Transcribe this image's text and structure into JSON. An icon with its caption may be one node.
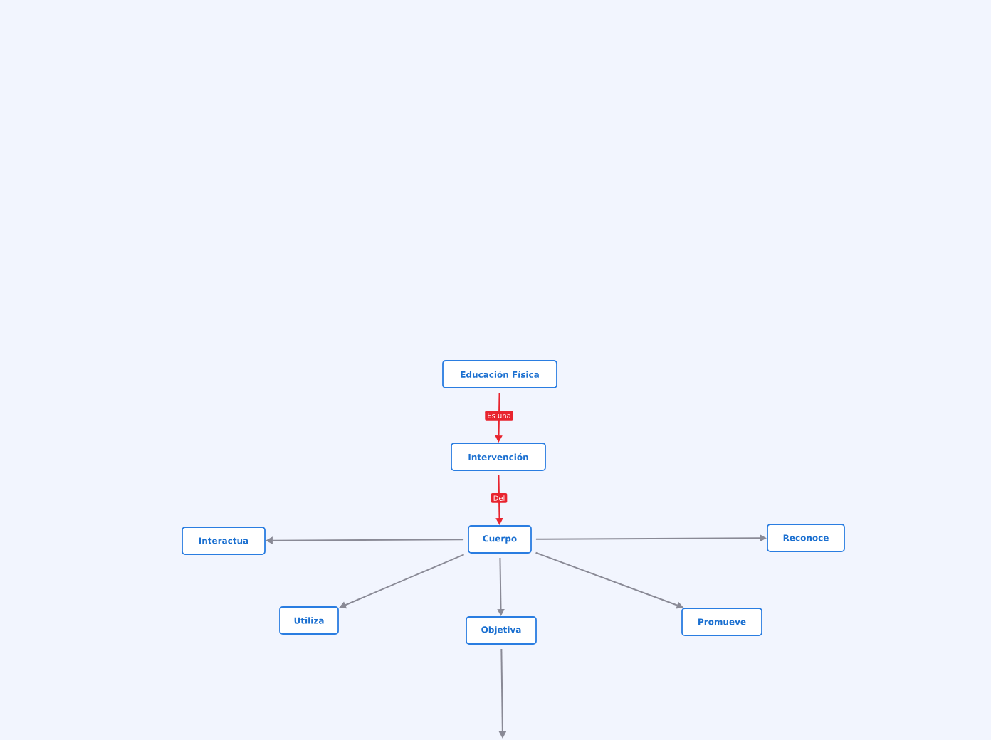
{
  "diagram": {
    "nodes": [
      {
        "text": [
          "Educación Física"
        ]
      },
      {
        "text": [
          "Intervención"
        ]
      },
      {
        "text": [
          "Cuerpo"
        ]
      },
      {
        "text": [
          "Interactua"
        ]
      },
      {
        "text": [
          "Reconoce"
        ]
      },
      {
        "text": [
          "Utiliza"
        ]
      },
      {
        "text": [
          "Objetiva"
        ]
      },
      {
        "text": [
          "Promueve"
        ]
      }
    ],
    "edges": [
      {
        "from": 0,
        "to": 1,
        "arrow": "to",
        "label": "Es una",
        "color": "#e8242f"
      },
      {
        "from": 1,
        "to": 2,
        "arrow": "to",
        "label": "Del",
        "color": "#e8242f"
      },
      {
        "from": 2,
        "to": 3,
        "arrow": "to"
      },
      {
        "from": 2,
        "to": 4,
        "arrow": "to"
      },
      {
        "from": 2,
        "to": 5,
        "arrow": "to"
      },
      {
        "from": 2,
        "to": 6,
        "arrow": "to"
      },
      {
        "from": 2,
        "to": 7,
        "arrow": "to"
      },
      {
        "from": 6,
        "to": null,
        "arrow": "to"
      }
    ]
  }
}
